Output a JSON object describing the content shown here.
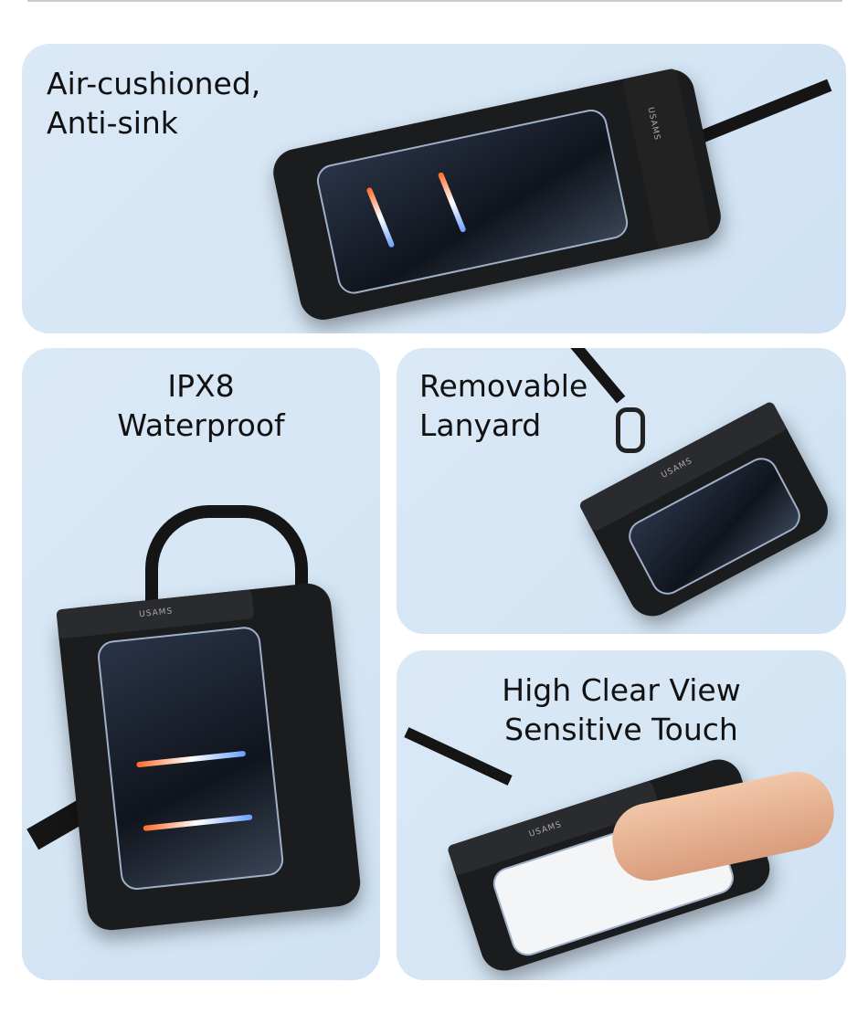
{
  "cards": [
    {
      "title_lines": [
        "Air-cushioned,",
        "Anti-sink"
      ]
    },
    {
      "title_lines": [
        "IPX8",
        "Waterproof"
      ]
    },
    {
      "title_lines": [
        "Removable",
        "Lanyard"
      ]
    },
    {
      "title_lines": [
        "High Clear View",
        "Sensitive Touch"
      ]
    }
  ],
  "brand": "USAMS",
  "colors": {
    "card_bg": "#d3e5f4",
    "pouch": "#1b1c1e",
    "text": "#111111"
  }
}
